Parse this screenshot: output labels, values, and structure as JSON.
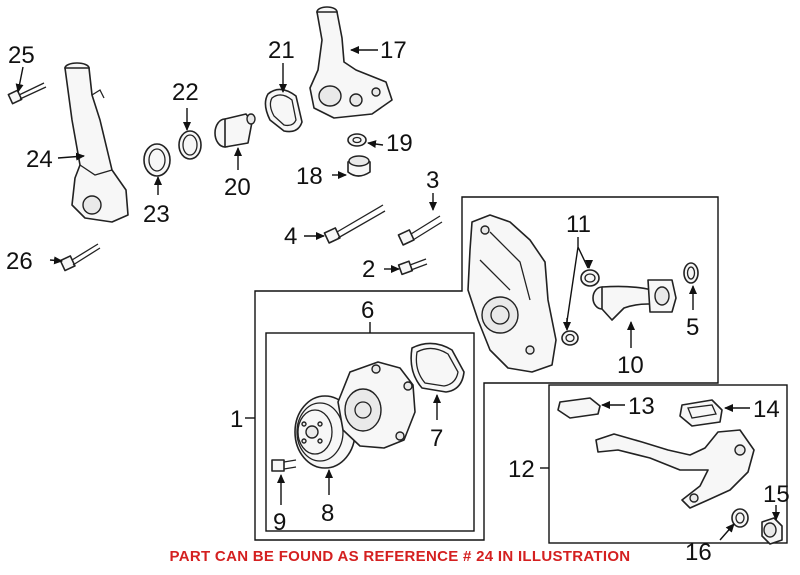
{
  "callouts": {
    "c1": "1",
    "c2": "2",
    "c3": "3",
    "c4": "4",
    "c5": "5",
    "c6": "6",
    "c7": "7",
    "c8": "8",
    "c9": "9",
    "c10": "10",
    "c11": "11",
    "c12": "12",
    "c13": "13",
    "c14": "14",
    "c15": "15",
    "c16": "16",
    "c17": "17",
    "c18": "18",
    "c19": "19",
    "c20": "20",
    "c21": "21",
    "c22": "22",
    "c23": "23",
    "c24": "24",
    "c25": "25",
    "c26": "26"
  },
  "footer": {
    "note": "PART CAN BE FOUND AS REFERENCE # 24 IN ILLUSTRATION"
  },
  "colors": {
    "note_red": "#d42020",
    "line": "#111111"
  }
}
